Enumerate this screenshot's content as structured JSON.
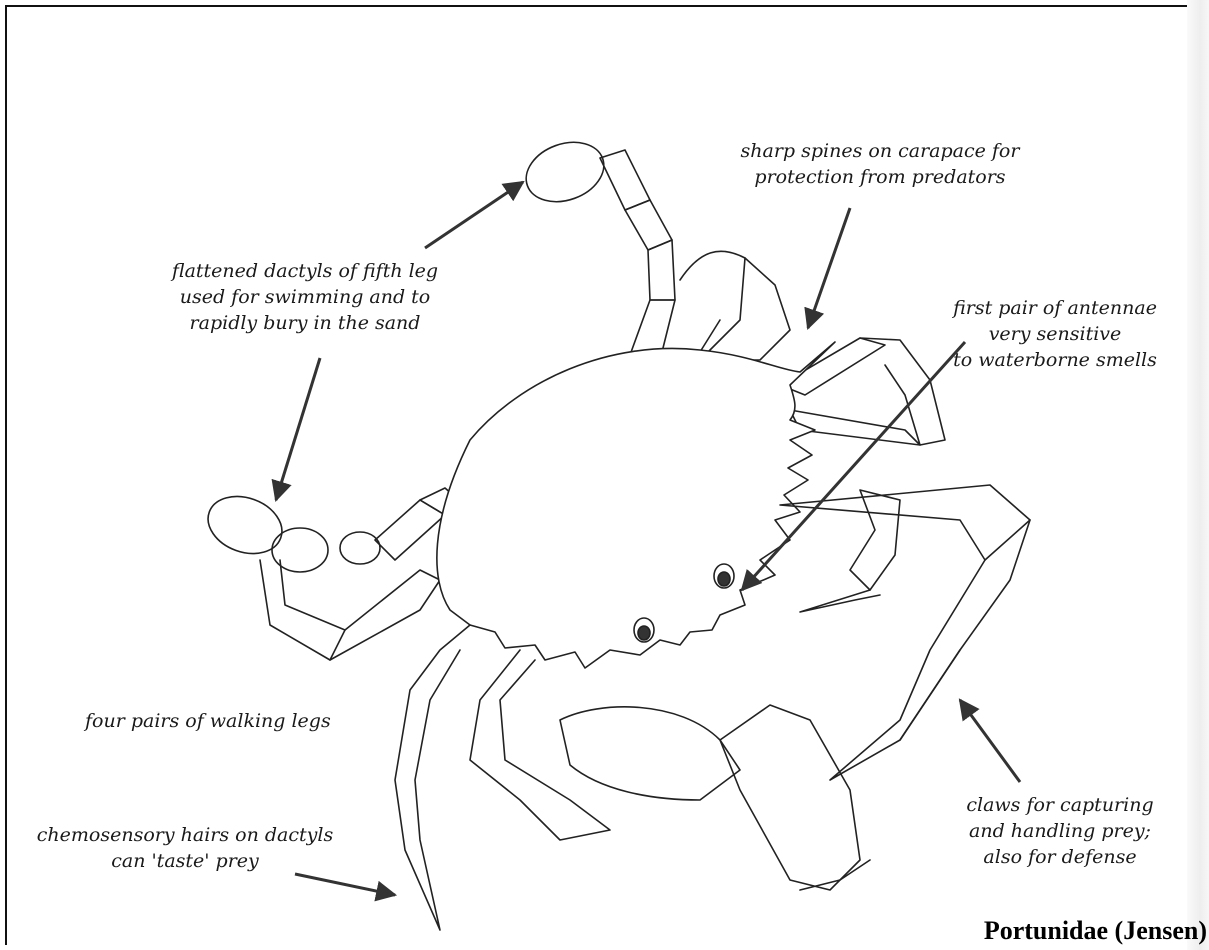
{
  "labels": {
    "spines": [
      "sharp spines on carapace for",
      "protection from predators"
    ],
    "fifth_leg": [
      "flattened dactyls of fifth leg",
      "used for swimming and to",
      "rapidly bury in the sand"
    ],
    "antennae": [
      "first pair of antennae",
      "very sensitive",
      "to waterborne smells"
    ],
    "walking_legs": [
      "four pairs of walking legs"
    ],
    "chemosensory": [
      "chemosensory hairs on dactyls",
      "can 'taste' prey"
    ],
    "claws": [
      "claws for capturing",
      "and handling prey;",
      "also for defense"
    ]
  },
  "credit": "Portunidae (Jensen)",
  "colors": {
    "ink": "#1a1a1a",
    "arrow": "#3a3a3a",
    "background": "#ffffff"
  }
}
